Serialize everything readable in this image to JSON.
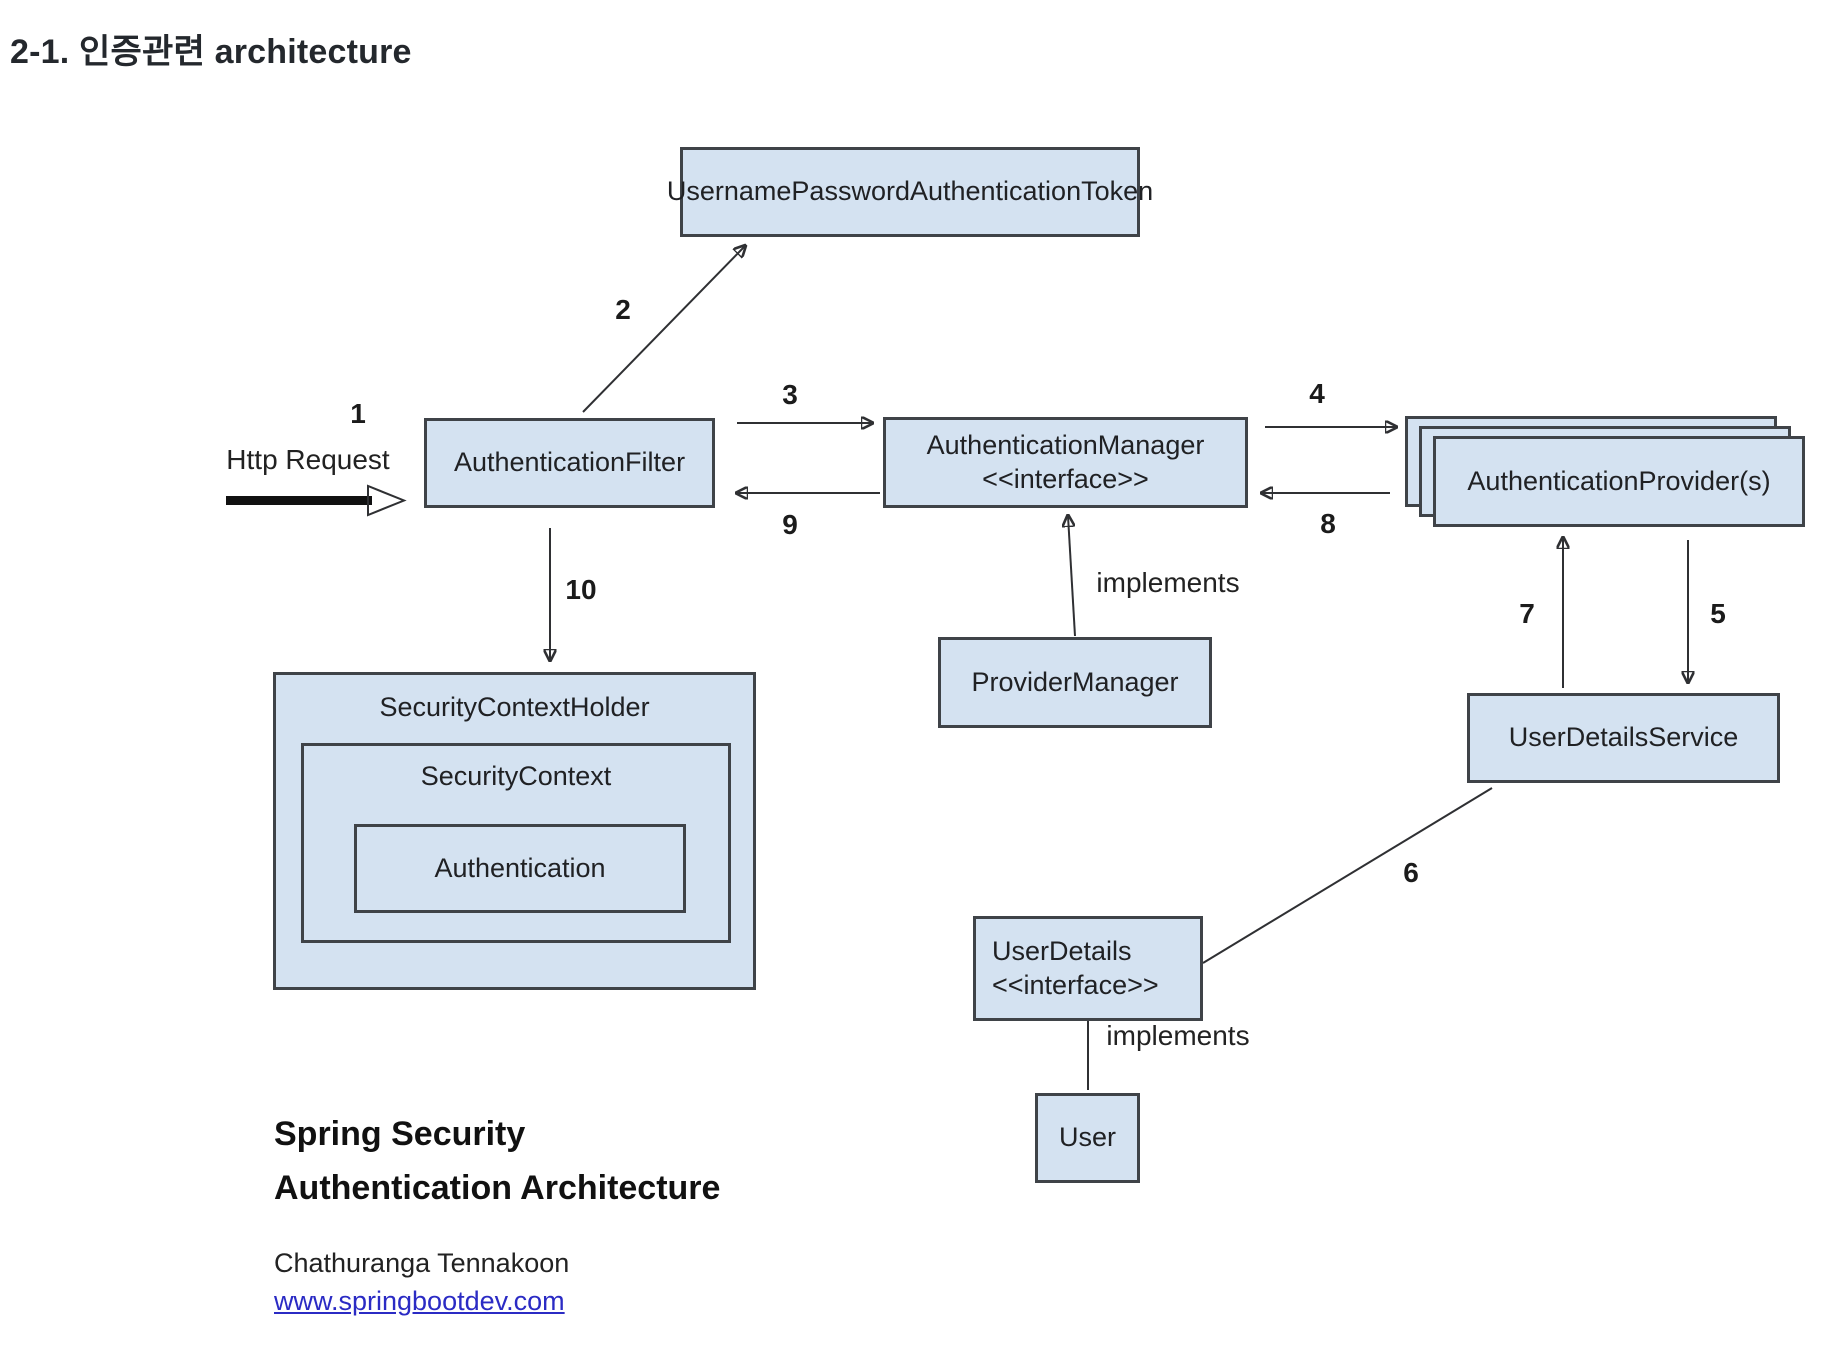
{
  "page": {
    "heading": "2-1. 인증관련 architecture"
  },
  "diagram": {
    "boxes": {
      "token": {
        "label": "UsernamePasswordAuthenticationToken"
      },
      "filter": {
        "label": "AuthenticationFilter"
      },
      "manager": {
        "label": "AuthenticationManager",
        "stereotype": "<<interface>>"
      },
      "provider": {
        "label": "AuthenticationProvider(s)"
      },
      "provider_manager": {
        "label": "ProviderManager"
      },
      "user_details_service": {
        "label": "UserDetailsService"
      },
      "security_context_holder": {
        "label": "SecurityContextHolder"
      },
      "security_context": {
        "label": "SecurityContext"
      },
      "authentication": {
        "label": "Authentication"
      },
      "user_details": {
        "label": "UserDetails",
        "stereotype": "<<interface>>"
      },
      "user": {
        "label": "User"
      }
    },
    "edge_labels": {
      "n1": "1",
      "n2": "2",
      "n3": "3",
      "n4": "4",
      "n5": "5",
      "n6": "6",
      "n7": "7",
      "n8": "8",
      "n9": "9",
      "n10": "10",
      "http_request": "Http Request",
      "implements_manager": "implements",
      "implements_user": "implements"
    },
    "colors": {
      "box_fill": "#d4e2f1",
      "box_border": "#3f4348",
      "line": "#2f3033",
      "link": "#2b2bc4",
      "heading_text": "#24282d"
    }
  },
  "footer": {
    "title_line1": "Spring Security",
    "title_line2": "Authentication Architecture",
    "author": "Chathuranga Tennakoon",
    "website": "www.springbootdev.com"
  }
}
